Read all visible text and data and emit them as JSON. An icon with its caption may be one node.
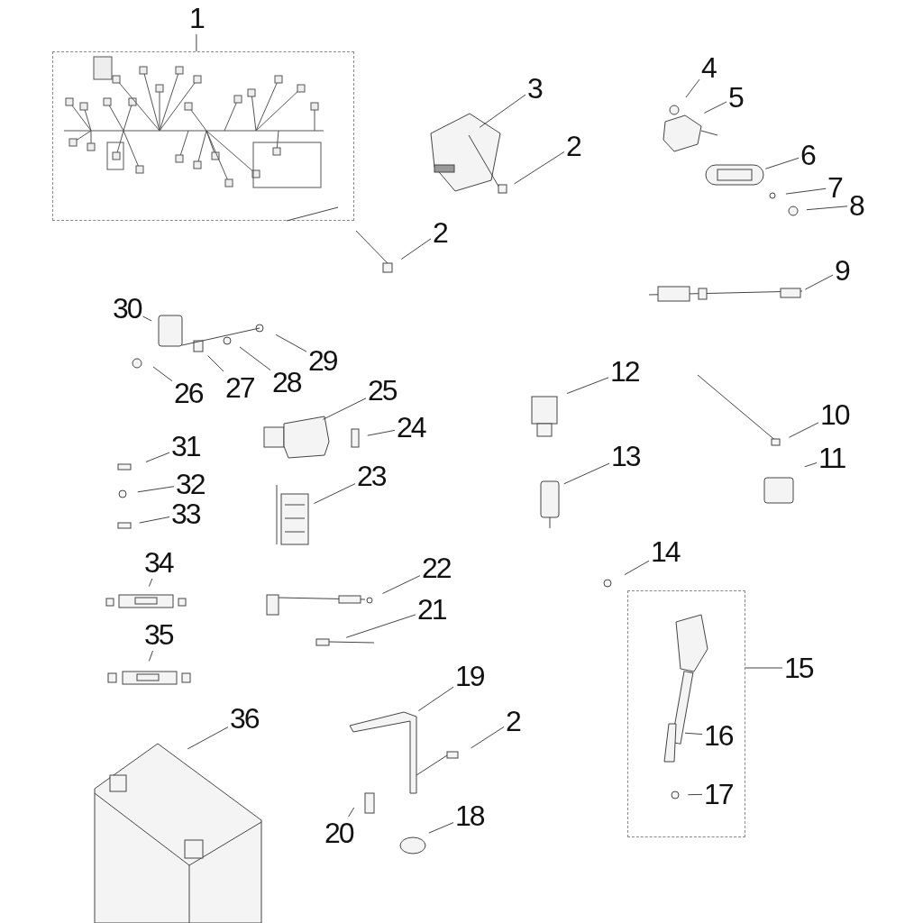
{
  "diagram": {
    "nodes": [
      {
        "text": [
          "1"
        ]
      },
      {
        "text": [],
        "shape": "box"
      },
      {
        "text": [
          "3"
        ]
      },
      {
        "text": [
          "4"
        ]
      },
      {
        "text": [
          "5"
        ]
      },
      {
        "text": [
          "2"
        ]
      },
      {
        "text": [
          "6"
        ]
      },
      {
        "text": [
          "7"
        ]
      },
      {
        "text": [
          "8"
        ]
      },
      {
        "text": [
          "2"
        ]
      },
      {
        "text": [
          "9"
        ]
      },
      {
        "text": [
          "30"
        ]
      },
      {
        "text": [
          "29"
        ]
      },
      {
        "text": [
          "26"
        ]
      },
      {
        "text": [
          "27"
        ]
      },
      {
        "text": [
          "28"
        ]
      },
      {
        "text": [
          "25"
        ]
      },
      {
        "text": [
          "24"
        ]
      },
      {
        "text": [
          "12"
        ]
      },
      {
        "text": [
          "10"
        ]
      },
      {
        "text": [
          "31"
        ]
      },
      {
        "text": [
          "23"
        ]
      },
      {
        "text": [
          "32"
        ]
      },
      {
        "text": [
          "13"
        ]
      },
      {
        "text": [
          "11"
        ]
      },
      {
        "text": [
          "33"
        ]
      },
      {
        "text": [
          "14"
        ]
      },
      {
        "text": [
          "34"
        ]
      },
      {
        "text": [
          "22"
        ]
      },
      {
        "text": [
          "21"
        ]
      },
      {
        "text": [
          "35"
        ]
      },
      {
        "text": [],
        "shape": "box"
      },
      {
        "text": [
          "15"
        ]
      },
      {
        "text": [
          "19"
        ]
      },
      {
        "text": [
          "2"
        ]
      },
      {
        "text": [
          "16"
        ],
        "in": 31
      },
      {
        "text": [
          "36"
        ]
      },
      {
        "text": [
          "17"
        ],
        "in": 31
      },
      {
        "text": [
          "20"
        ]
      },
      {
        "text": [
          "18"
        ]
      }
    ],
    "edges": [
      {
        "from": 0,
        "to": 1,
        "arrow": "none"
      },
      {
        "from": 2,
        "to": null,
        "arrow": "none"
      },
      {
        "from": 3,
        "to": null,
        "arrow": "none"
      },
      {
        "from": 4,
        "to": null,
        "arrow": "none"
      },
      {
        "from": 5,
        "to": null,
        "arrow": "none"
      },
      {
        "from": 6,
        "to": null,
        "arrow": "none"
      },
      {
        "from": 7,
        "to": null,
        "arrow": "none"
      },
      {
        "from": 8,
        "to": null,
        "arrow": "none"
      },
      {
        "from": 9,
        "to": null,
        "arrow": "none"
      },
      {
        "from": 10,
        "to": null,
        "arrow": "none"
      },
      {
        "from": 11,
        "to": null,
        "arrow": "none"
      },
      {
        "from": 12,
        "to": null,
        "arrow": "none"
      },
      {
        "from": 13,
        "to": null,
        "arrow": "none"
      },
      {
        "from": 14,
        "to": null,
        "arrow": "none"
      },
      {
        "from": 15,
        "to": null,
        "arrow": "none"
      },
      {
        "from": 16,
        "to": null,
        "arrow": "none"
      },
      {
        "from": 17,
        "to": null,
        "arrow": "none"
      },
      {
        "from": 18,
        "to": null,
        "arrow": "none"
      },
      {
        "from": 19,
        "to": null,
        "arrow": "none"
      },
      {
        "from": 20,
        "to": null,
        "arrow": "none"
      },
      {
        "from": 21,
        "to": null,
        "arrow": "none"
      },
      {
        "from": 22,
        "to": null,
        "arrow": "none"
      },
      {
        "from": 23,
        "to": null,
        "arrow": "none"
      },
      {
        "from": 24,
        "to": null,
        "arrow": "none"
      },
      {
        "from": 25,
        "to": null,
        "arrow": "none"
      },
      {
        "from": 26,
        "to": null,
        "arrow": "none"
      },
      {
        "from": 27,
        "to": null,
        "arrow": "none"
      },
      {
        "from": 28,
        "to": null,
        "arrow": "none"
      },
      {
        "from": 29,
        "to": null,
        "arrow": "none"
      },
      {
        "from": 30,
        "to": null,
        "arrow": "none"
      },
      {
        "from": 32,
        "to": 31,
        "arrow": "none"
      },
      {
        "from": 33,
        "to": null,
        "arrow": "none"
      },
      {
        "from": 34,
        "to": null,
        "arrow": "none"
      },
      {
        "from": 35,
        "to": null,
        "arrow": "none"
      },
      {
        "from": 36,
        "to": null,
        "arrow": "none"
      },
      {
        "from": 37,
        "to": null,
        "arrow": "none"
      },
      {
        "from": 38,
        "to": null,
        "arrow": "none"
      },
      {
        "from": 39,
        "to": null,
        "arrow": "none"
      }
    ]
  }
}
